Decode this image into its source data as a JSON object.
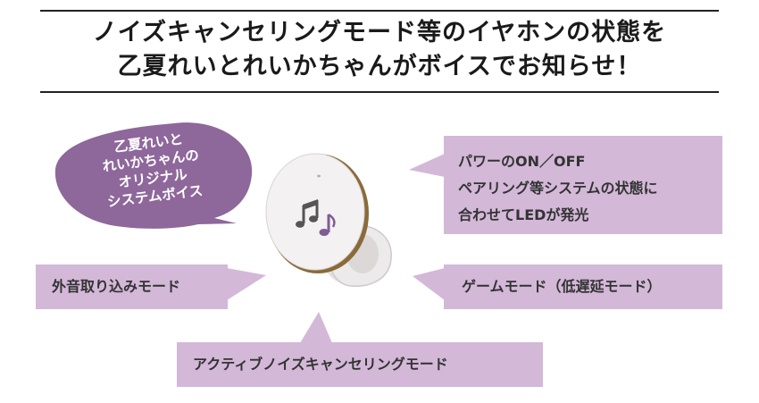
{
  "headline": {
    "line1": "ノイズキャンセリングモード等のイヤホンの状態を",
    "line2": "乙夏れいとれいかちゃんがボイスでお知らせ！"
  },
  "voice_bubble": {
    "lines": [
      "乙夏れいと",
      "れいかちゃんの",
      "オリジナル",
      "システムボイス"
    ]
  },
  "callouts": {
    "led": {
      "lines": [
        "パワーのON／OFF",
        "ペアリング等システムの状態に",
        "合わせてLEDが発光"
      ]
    },
    "ambient": "外音取り込みモード",
    "game": "ゲームモード（低遅延モード）",
    "anc": "アクティブノイズキャンセリングモード"
  },
  "colors": {
    "callout_bg": "#d3b8d8",
    "bubble_bg": "#8e679b",
    "earbud_shell": "#f1efef",
    "earbud_accent": "#8b6a3a",
    "note_dark": "#555555",
    "note_purple": "#7f5c93"
  },
  "earbud_icon": "music-notes-icon"
}
